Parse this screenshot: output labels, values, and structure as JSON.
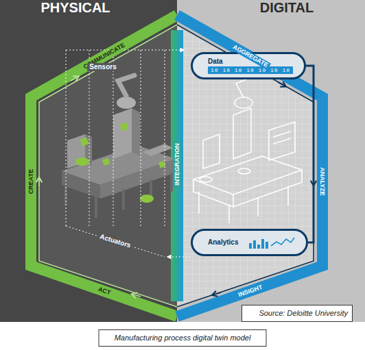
{
  "diagram": {
    "caption": "Manufacturing process digital twin model",
    "nodes": [
      {
        "text": [
          "Data",
          "10 10 10 10 10 10 10"
        ]
      },
      {
        "text": [
          "Analytics"
        ]
      },
      {
        "text": [
          "Source: Deloitte University"
        ]
      }
    ],
    "edges": [
      {
        "from": 0,
        "to": 1,
        "arrow": "none"
      }
    ],
    "labels": [
      "PHYSICAL",
      "DIGITAL",
      "COMMUNICATE",
      "AGGREGATE",
      "ANALYZE",
      "INSIGHT",
      "ACT",
      "CREATE",
      "INTEGRATION",
      "Sensors",
      "Actuators"
    ]
  }
}
